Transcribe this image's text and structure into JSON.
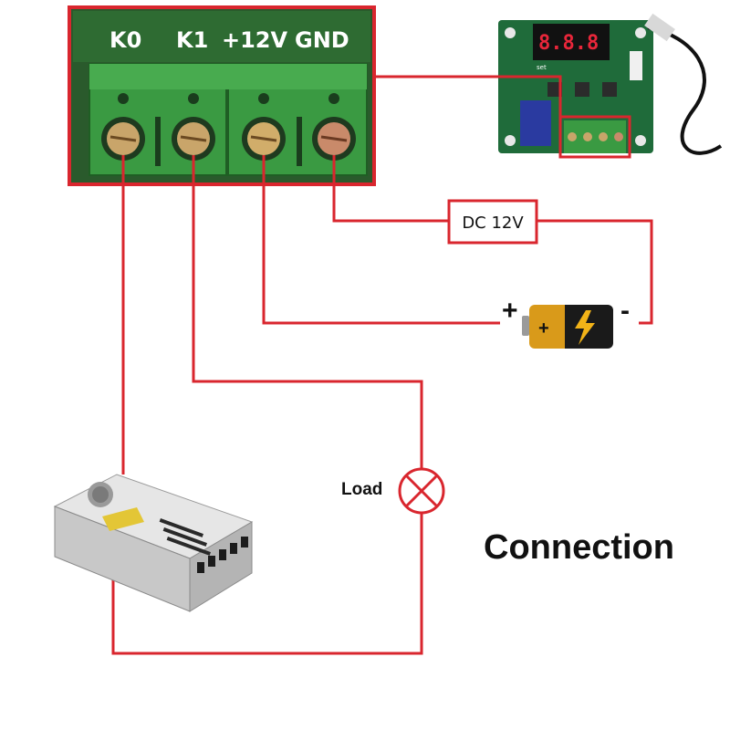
{
  "terminal_block": {
    "labels": [
      "K0",
      "K1",
      "+12V",
      "GND"
    ]
  },
  "dc_supply": {
    "label": "DC 12V"
  },
  "battery": {
    "plus": "+",
    "minus": "-"
  },
  "load": {
    "label": "Load"
  },
  "title": "Connection",
  "thermostat_module": {
    "display": "8.8.8",
    "set_label": "set"
  },
  "colors": {
    "wire": "#d9262e",
    "pcb_green": "#2e7d3b",
    "terminal_green": "#3a8f3e",
    "module_pcb": "#1f6b3a"
  }
}
